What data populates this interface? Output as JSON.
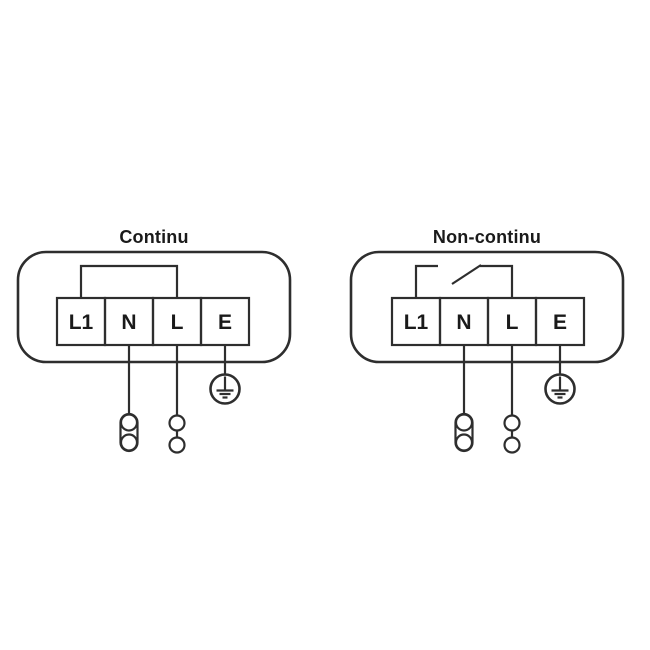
{
  "style": {
    "background": "#ffffff",
    "line_color": "#2e2e2e",
    "label_color": "#1a1a1a"
  },
  "diagrams": [
    {
      "id": "continu",
      "title": "Continu",
      "terminals": [
        "L1",
        "N",
        "L",
        "E"
      ],
      "bridge_state": "closed",
      "icons": [
        "earth-ground-icon",
        "two-pin-connector-icon",
        "ring-terminals-icon"
      ]
    },
    {
      "id": "non-continu",
      "title": "Non-continu",
      "terminals": [
        "L1",
        "N",
        "L",
        "E"
      ],
      "bridge_state": "open-switch",
      "icons": [
        "earth-ground-icon",
        "two-pin-connector-icon",
        "ring-terminals-icon"
      ]
    }
  ]
}
